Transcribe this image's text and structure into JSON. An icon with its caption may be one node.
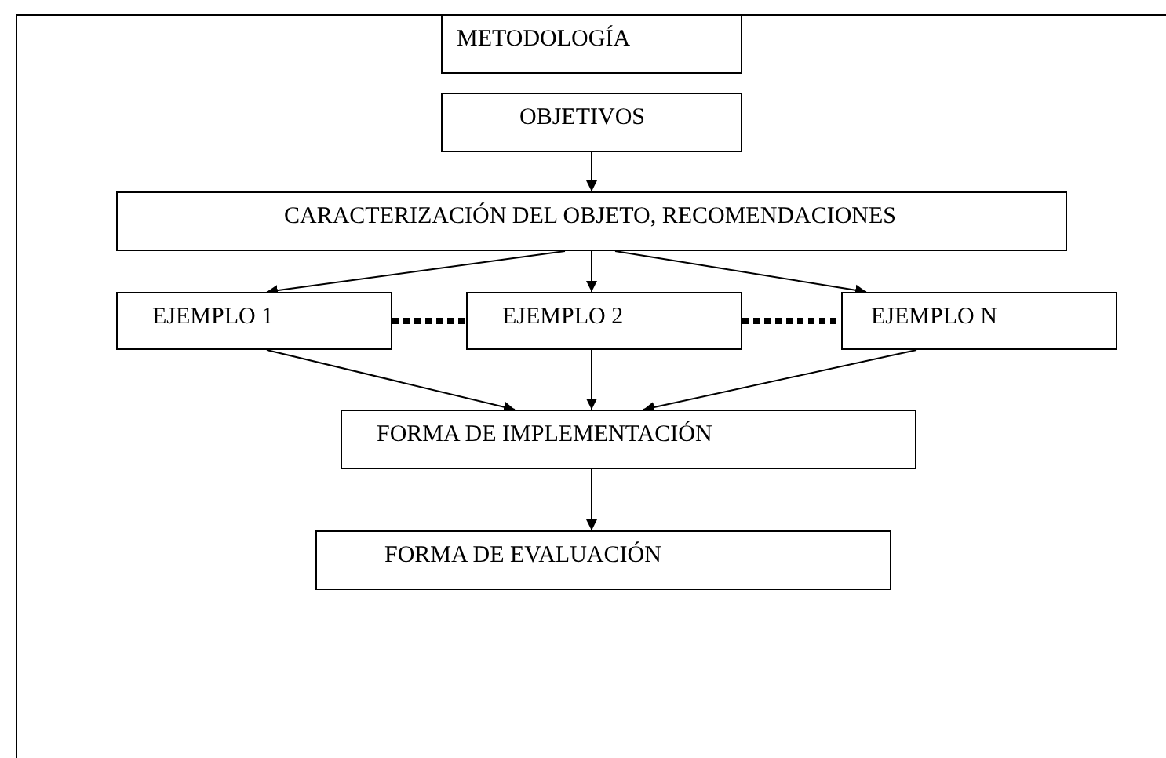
{
  "diagram": {
    "nodes": [
      {
        "text": [
          "METODOLOGÍA"
        ]
      },
      {
        "text": [
          "OBJETIVOS"
        ]
      },
      {
        "text": [
          "CARACTERIZACIÓN DEL OBJETO, RECOMENDACIONES"
        ]
      },
      {
        "text": [
          "EJEMPLO 1"
        ]
      },
      {
        "text": [
          "EJEMPLO 2"
        ]
      },
      {
        "text": [
          "EJEMPLO N"
        ]
      },
      {
        "text": [
          "FORMA DE IMPLEMENTACIÓN"
        ]
      },
      {
        "text": [
          "FORMA DE EVALUACIÓN"
        ]
      }
    ],
    "edges": [
      {
        "from": 1,
        "to": 2,
        "arrow": "to"
      },
      {
        "from": 2,
        "to": 3,
        "arrow": "to"
      },
      {
        "from": 2,
        "to": 4,
        "arrow": "to"
      },
      {
        "from": 2,
        "to": 5,
        "arrow": "to"
      },
      {
        "from": 3,
        "to": 4,
        "arrow": "none",
        "style": "dashed"
      },
      {
        "from": 4,
        "to": 5,
        "arrow": "none",
        "style": "dashed"
      },
      {
        "from": 3,
        "to": 6,
        "arrow": "to"
      },
      {
        "from": 4,
        "to": 6,
        "arrow": "to"
      },
      {
        "from": 5,
        "to": 6,
        "arrow": "to"
      },
      {
        "from": 6,
        "to": 7,
        "arrow": "to"
      }
    ]
  }
}
